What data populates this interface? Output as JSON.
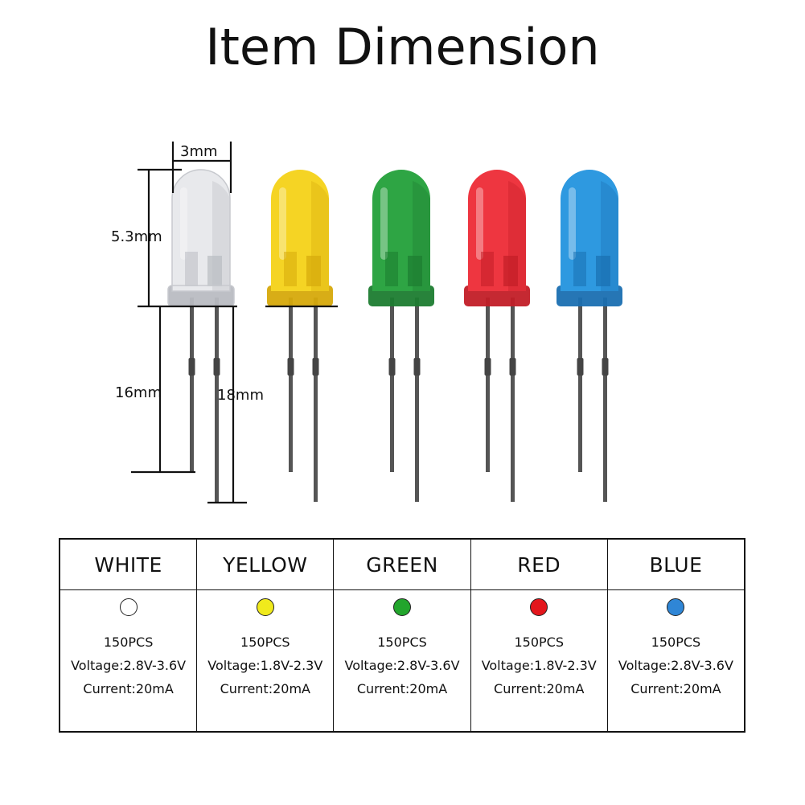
{
  "title": "Item Dimension",
  "dimensions": {
    "width": "3mm",
    "head_height": "5.3mm",
    "short_lead": "16mm",
    "long_lead": "18mm"
  },
  "leds": [
    {
      "name": "white",
      "color": "#e8e9ec",
      "dark": "#b9bcc2"
    },
    {
      "name": "yellow",
      "color": "#f5d424",
      "dark": "#d6a90b"
    },
    {
      "name": "green",
      "color": "#2ea544",
      "dark": "#1c7c30"
    },
    {
      "name": "red",
      "color": "#ee3640",
      "dark": "#c21e27"
    },
    {
      "name": "blue",
      "color": "#2e99e0",
      "dark": "#1a6fb1"
    }
  ],
  "table": {
    "columns": [
      {
        "header": "WHITE",
        "swatch": "#ffffff",
        "qty": "150PCS",
        "voltage": "Voltage:2.8V-3.6V",
        "current": "Current:20mA"
      },
      {
        "header": "YELLOW",
        "swatch": "#f0ea1c",
        "qty": "150PCS",
        "voltage": "Voltage:1.8V-2.3V",
        "current": "Current:20mA"
      },
      {
        "header": "GREEN",
        "swatch": "#22a52c",
        "qty": "150PCS",
        "voltage": "Voltage:2.8V-3.6V",
        "current": "Current:20mA"
      },
      {
        "header": "RED",
        "swatch": "#e3161c",
        "qty": "150PCS",
        "voltage": "Voltage:1.8V-2.3V",
        "current": "Current:20mA"
      },
      {
        "header": "BLUE",
        "swatch": "#2f86d6",
        "qty": "150PCS",
        "voltage": "Voltage:2.8V-3.6V",
        "current": "Current:20mA"
      }
    ]
  }
}
